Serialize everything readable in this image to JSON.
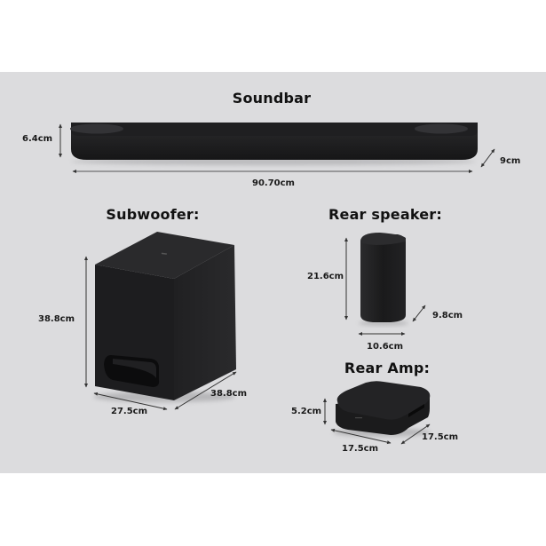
{
  "background": {
    "page": "#ffffff",
    "panel": "#dcdcde",
    "product": "#1c1c1e"
  },
  "soundbar": {
    "title": "Soundbar",
    "height": "6.4cm",
    "width": "90.70cm",
    "depth": "9cm"
  },
  "subwoofer": {
    "title": "Subwoofer:",
    "height": "38.8cm",
    "width": "27.5cm",
    "depth": "38.8cm"
  },
  "rear_speaker": {
    "title": "Rear speaker:",
    "height": "21.6cm",
    "width": "10.6cm",
    "depth": "9.8cm"
  },
  "rear_amp": {
    "title": "Rear Amp:",
    "height": "5.2cm",
    "width": "17.5cm",
    "depth": "17.5cm"
  }
}
